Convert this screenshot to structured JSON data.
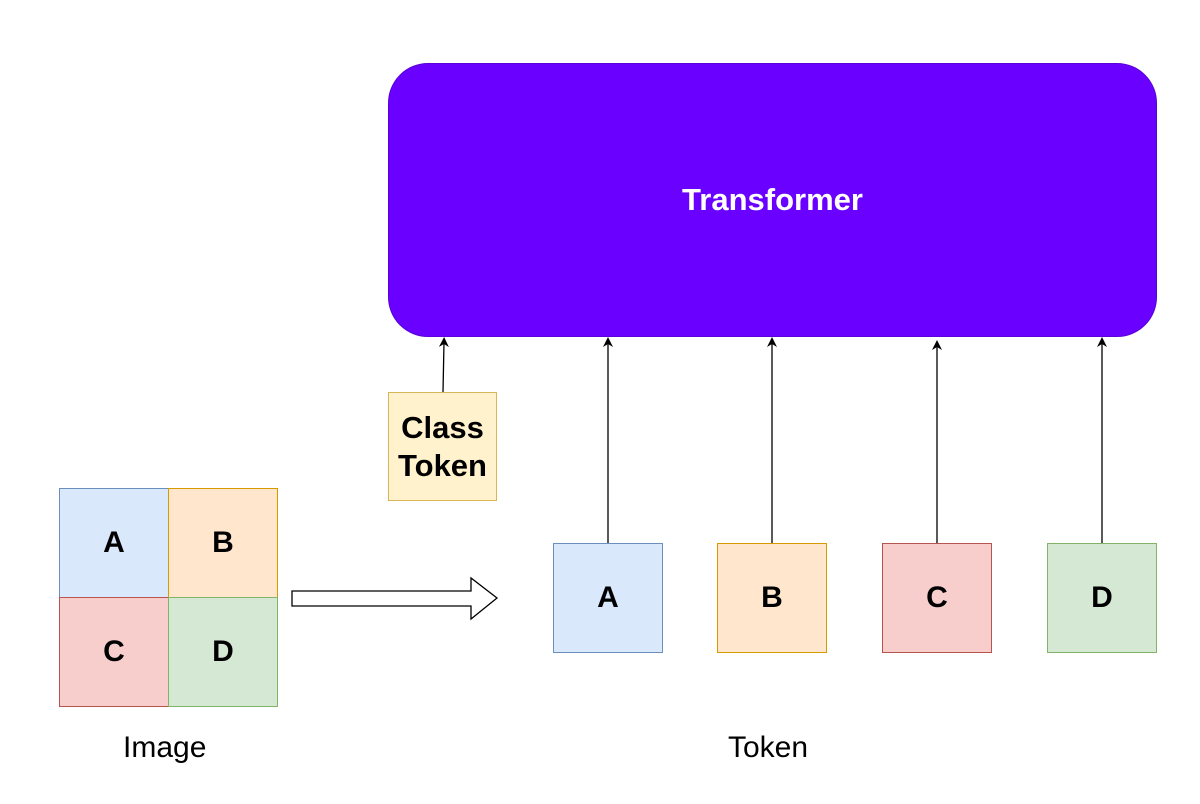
{
  "transformer": {
    "label": "Transformer"
  },
  "class_token": {
    "label": "Class\nToken"
  },
  "image": {
    "caption": "Image",
    "cells": [
      "A",
      "B",
      "C",
      "D"
    ]
  },
  "tokens": {
    "caption": "Token",
    "items": [
      "A",
      "B",
      "C",
      "D"
    ]
  },
  "colors": {
    "transformer": "#6a00ff",
    "class_token_fill": "#fff2cc",
    "blue_fill": "#dae8fc",
    "orange_fill": "#ffe6cc",
    "red_fill": "#f8cecc",
    "green_fill": "#d5e8d4"
  }
}
